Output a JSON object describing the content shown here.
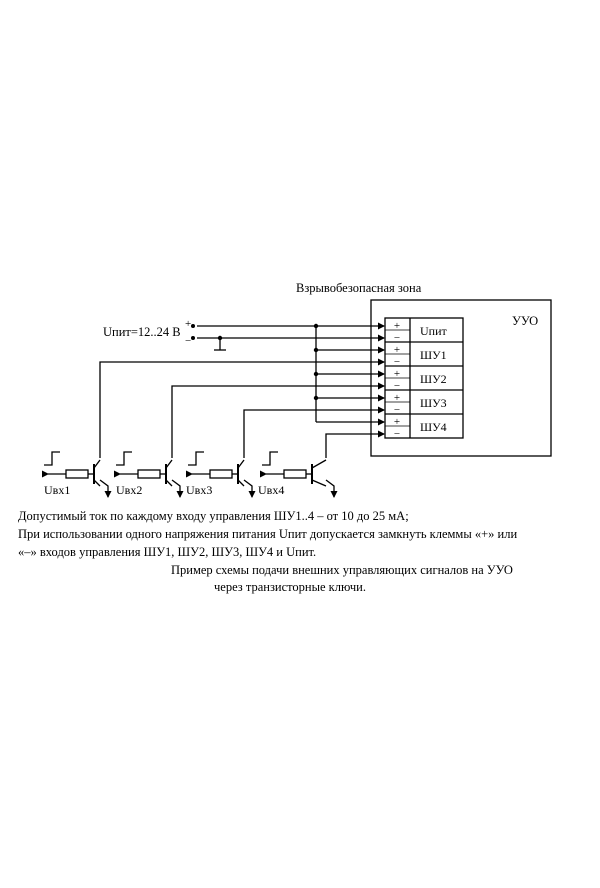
{
  "diagram": {
    "zone_title": "Взрывобезопасная зона",
    "device_label": "УУО",
    "supply_label": "Uпит=12..24 В",
    "plus_sign": "+",
    "minus_sign": "−",
    "terminals": [
      {
        "plus": "+",
        "minus": "−",
        "label": "Uпит"
      },
      {
        "plus": "+",
        "minus": "−",
        "label": "ШУ1"
      },
      {
        "plus": "+",
        "minus": "−",
        "label": "ШУ2"
      },
      {
        "plus": "+",
        "minus": "−",
        "label": "ШУ3"
      },
      {
        "plus": "+",
        "minus": "−",
        "label": "ШУ4"
      }
    ],
    "inputs": [
      "Uвх1",
      "Uвх2",
      "Uвх3",
      "Uвх4"
    ]
  },
  "notes": {
    "line1": "Допустимый ток по каждому входу управления ШУ1..4 – от 10 до 25 мА;",
    "line2": "При использовании одного напряжения питания Uпит допускается замкнуть клеммы «+» или",
    "line3": "«–» входов управления ШУ1, ШУ2, ШУ3, ШУ4 и Uпит."
  },
  "caption": {
    "line1": "Пример схемы подачи внешних управляющих сигналов на УУО",
    "line2": "через транзисторные ключи."
  }
}
